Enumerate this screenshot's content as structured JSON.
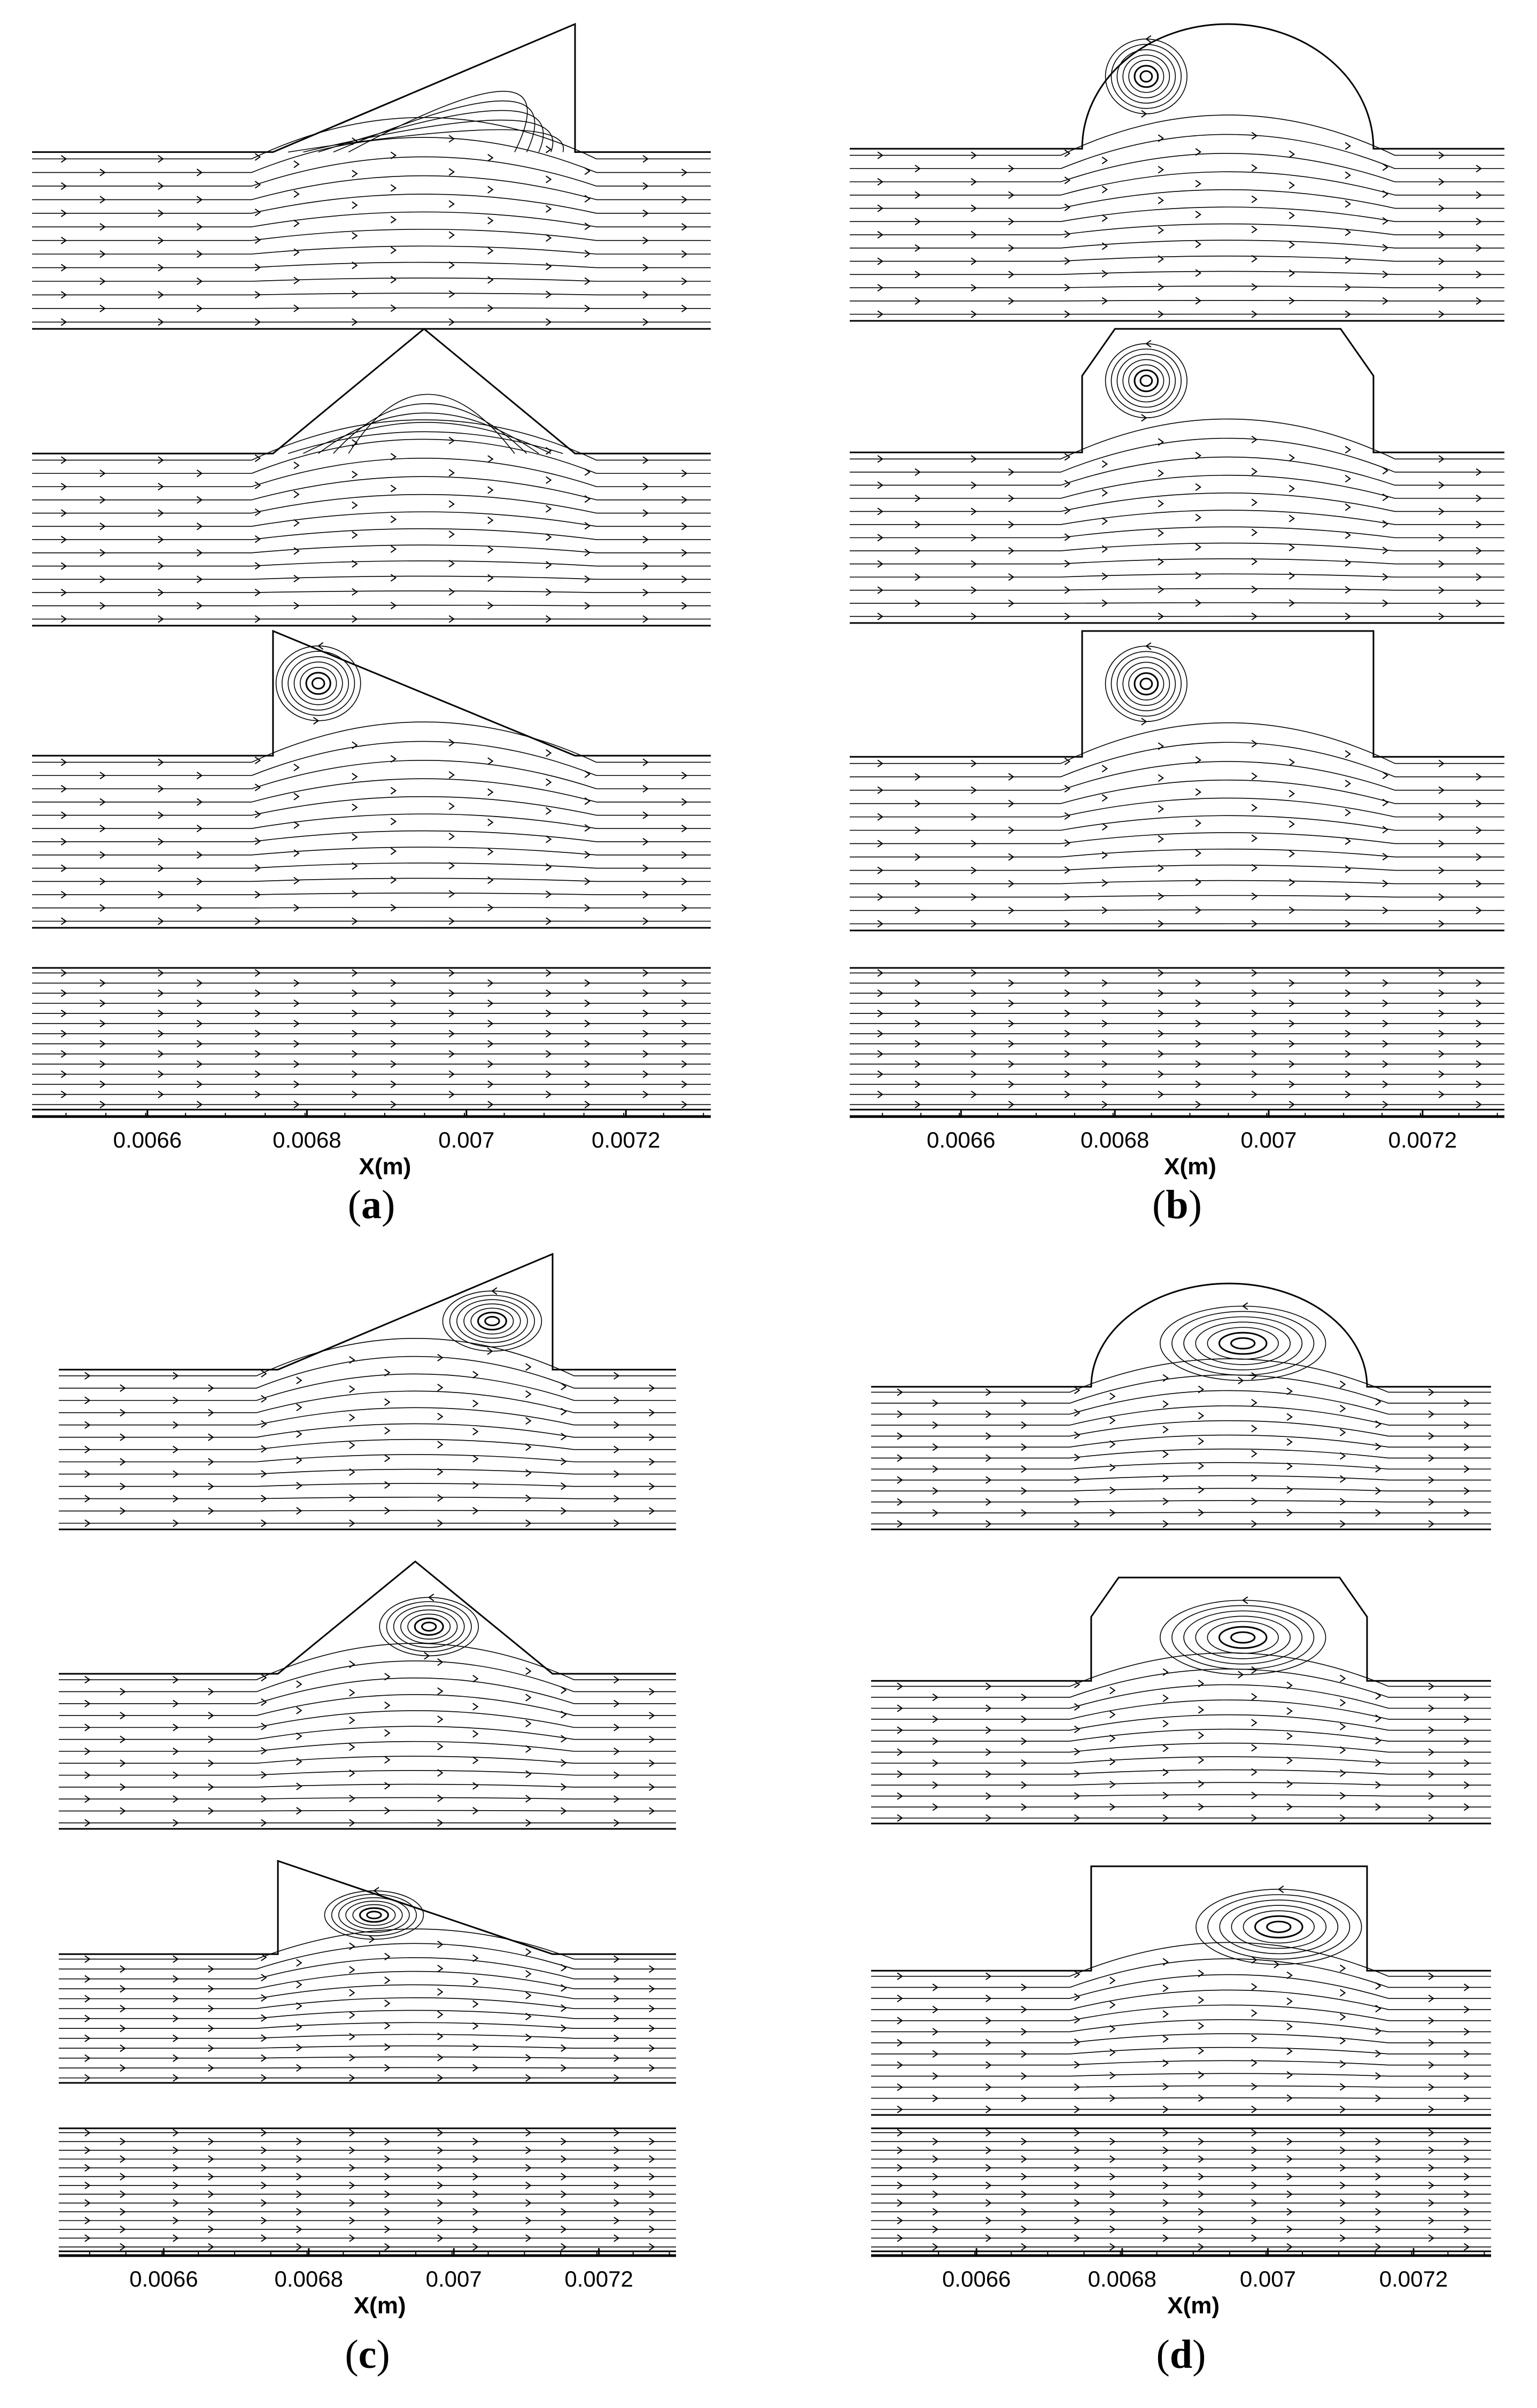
{
  "figure": {
    "panels": [
      {
        "id": "a",
        "label": "a",
        "geometry": [
          "right-triangle-rear",
          "isosceles-triangle",
          "right-triangle-front",
          "straight-channel"
        ],
        "vortex": [
          false,
          false,
          true,
          false
        ],
        "ticks": [
          "0.0066",
          "0.0068",
          "0.007",
          "0.0072"
        ],
        "xlabel": "X(m)"
      },
      {
        "id": "b",
        "label": "b",
        "geometry": [
          "semicircle",
          "trapezoid",
          "rectangle",
          "straight-channel"
        ],
        "vortex": [
          true,
          true,
          true,
          false
        ],
        "ticks": [
          "0.0066",
          "0.0068",
          "0.007",
          "0.0072"
        ],
        "xlabel": "X(m)"
      },
      {
        "id": "c",
        "label": "c",
        "geometry": [
          "right-triangle-rear",
          "isosceles-triangle",
          "right-triangle-front",
          "straight-channel"
        ],
        "vortex": [
          true,
          true,
          true,
          false
        ],
        "ticks": [
          "0.0066",
          "0.0068",
          "0.007",
          "0.0072"
        ],
        "xlabel": "X(m)"
      },
      {
        "id": "d",
        "label": "d",
        "geometry": [
          "semicircle",
          "trapezoid",
          "rectangle",
          "straight-channel"
        ],
        "vortex": [
          true,
          true,
          true,
          false
        ],
        "ticks": [
          "0.0066",
          "0.0068",
          "0.007",
          "0.0072"
        ],
        "xlabel": "X(m)"
      }
    ],
    "stroke_color": "#000000",
    "background": "#ffffff"
  }
}
